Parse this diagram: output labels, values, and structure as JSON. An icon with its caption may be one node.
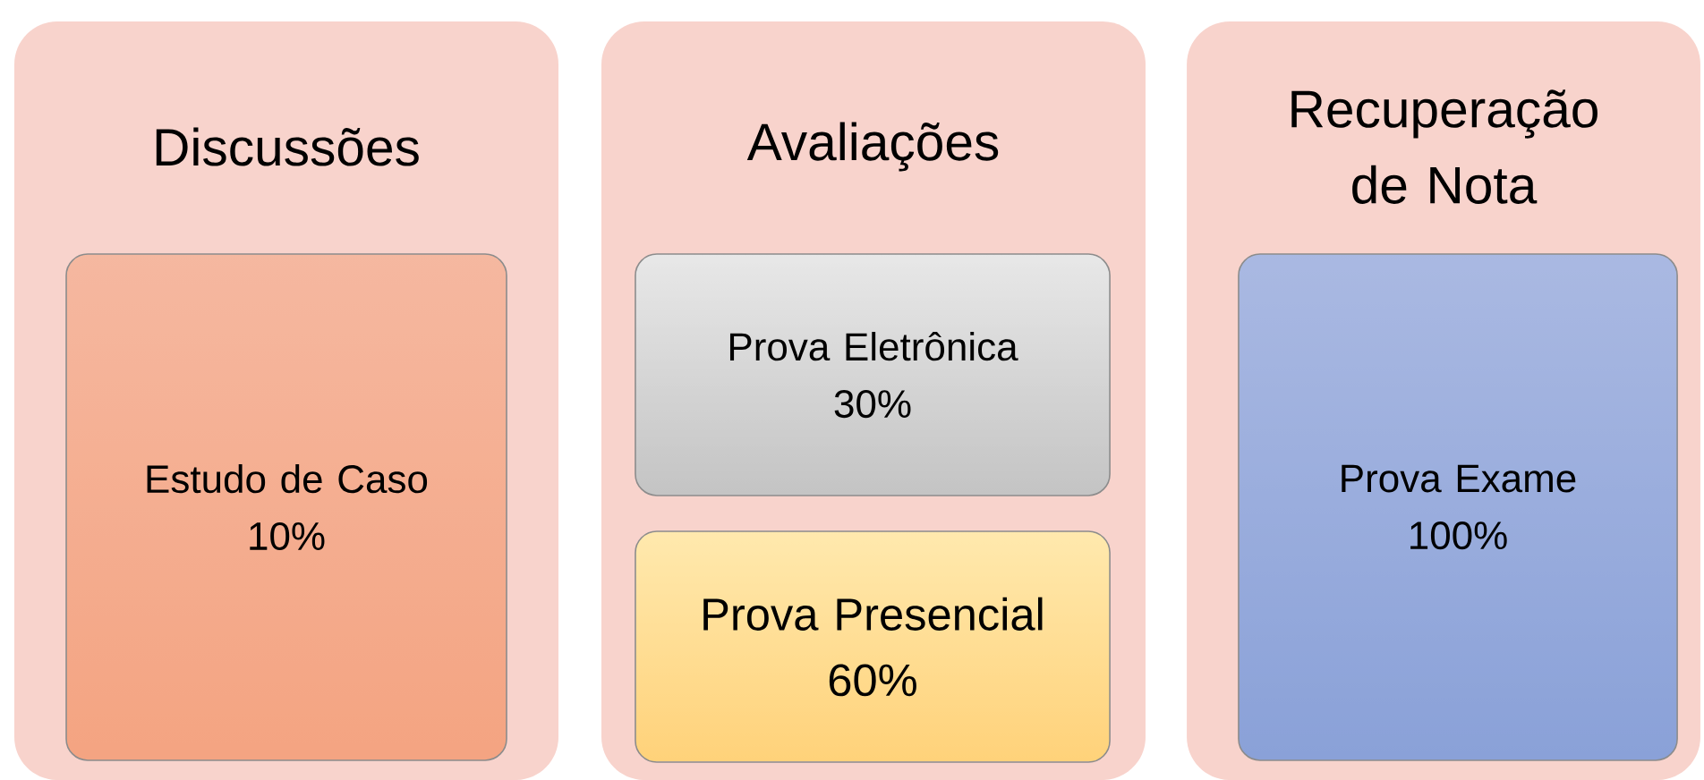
{
  "diagram": {
    "nodes": [
      {
        "text": [
          "Discussões"
        ]
      },
      {
        "text": [
          "Estudo de Caso",
          "10%"
        ],
        "in": 0
      },
      {
        "text": [
          "Avaliações"
        ]
      },
      {
        "text": [
          "Prova Eletrônica",
          "30%"
        ],
        "in": 2
      },
      {
        "text": [
          "Prova Presencial",
          "60%"
        ],
        "in": 2
      },
      {
        "text": [
          "Recuperação de Nota"
        ]
      },
      {
        "text": [
          "Prova Exame",
          "100%"
        ],
        "in": 5
      }
    ]
  }
}
